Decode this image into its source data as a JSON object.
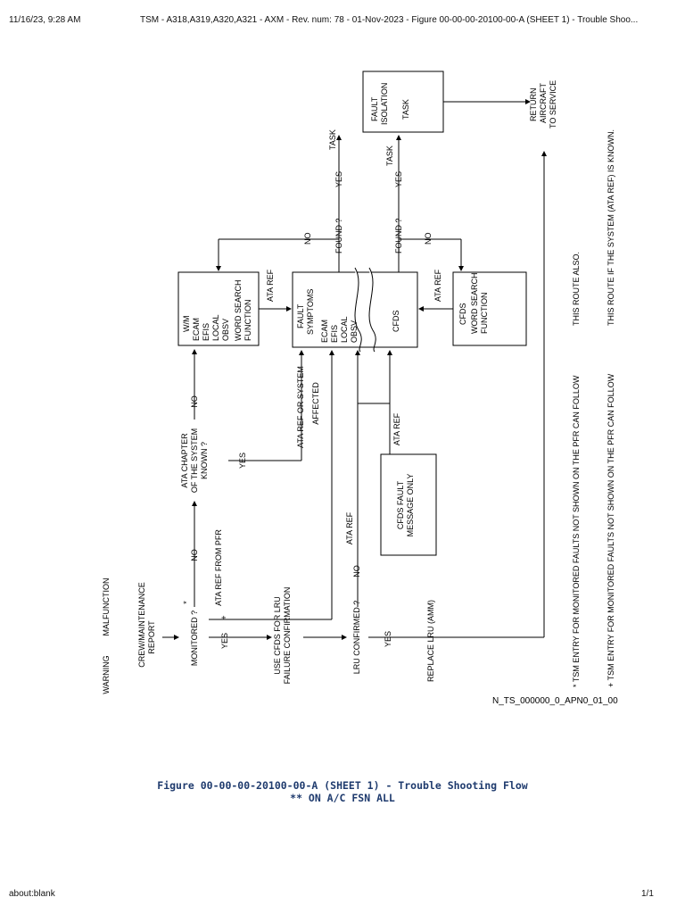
{
  "browser": {
    "timestamp": "11/16/23, 9:28 AM",
    "title": "TSM - A318,A319,A320,A321 - AXM - Rev. num: 78 - 01-Nov-2023 - Figure 00-00-00-20100-00-A (SHEET 1) - Trouble Shoo...",
    "url": "about:blank",
    "page": "1/1"
  },
  "figure": {
    "caption": "Figure 00-00-00-20100-00-A (SHEET 1) - Trouble Shooting Flow",
    "subcaption": "** ON A/C FSN ALL",
    "ref_code": "N_TS_000000_0_APN0_01_00"
  },
  "diagram": {
    "inputs": {
      "warning": "WARNING",
      "malfunction": "MALFUNCTION"
    },
    "crew_report": [
      "CREW/MAINTENANCE",
      "REPORT"
    ],
    "monitored": "MONITORED ?",
    "monitored_mark": "*",
    "plus_mark": "+",
    "ata_ref_from_pfr": "ATA REF FROM PFR",
    "use_cfds": [
      "USE CFDS FOR LRU",
      "FAILURE CONFIRMATION"
    ],
    "lru_confirmed": "LRU CONFIRMED ?",
    "replace_lru": "REPLACE LRU (AMM)",
    "ata_chapter": [
      "ATA CHAPTER",
      "OF THE SYSTEM",
      "KNOWN ?"
    ],
    "ata_ref_or_system": [
      "ATA REF OR SYSTEM",
      "AFFECTED"
    ],
    "ata_ref": "ATA REF",
    "cfds_fault_msg": [
      "CFDS FAULT",
      "MESSAGE ONLY"
    ],
    "wm_box": [
      "W/M",
      "ECAM",
      "EFIS",
      "LOCAL",
      "OBSV",
      "WORD SEARCH",
      "FUNCTION"
    ],
    "fault_box": [
      "FAULT",
      "SYMPTOMS",
      "ECAM",
      "EFIS",
      "LOCAL",
      "OBSV"
    ],
    "cfds": "CFDS",
    "cfds_word_search": [
      "CFDS",
      "WORD SEARCH",
      "FUNCTION"
    ],
    "found": "FOUND ?",
    "task": "TASK",
    "fault_isolation": [
      "FAULT",
      "ISOLATION",
      "TASK"
    ],
    "return_aircraft": [
      "RETURN",
      "AIRCRAFT",
      "TO SERVICE"
    ],
    "yes": "YES",
    "no": "NO",
    "notes": [
      "* TSM ENTRY FOR MONITORED FAULTS NOT SHOWN ON THE PFR CAN FOLLOW",
      "THIS ROUTE ALSO.",
      "+ TSM ENTRY FOR MONITORED FAULTS NOT SHOWN ON THE PFR CAN FOLLOW",
      "THIS ROUTE IF THE SYSTEM (ATA REF) IS KNOWN."
    ]
  }
}
